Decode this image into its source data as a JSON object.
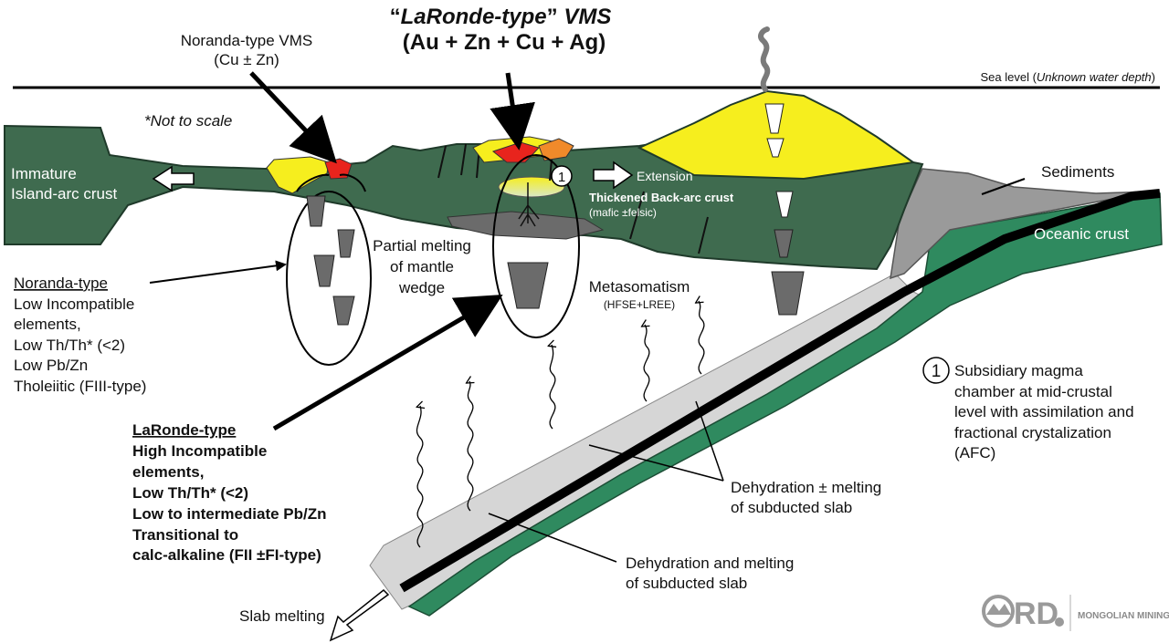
{
  "title": {
    "line1_quote_open": "“",
    "line1_italic": "LaRonde-type",
    "line1_quote_close": "”",
    "line1_rest": " VMS",
    "line2": "(Au + Zn + Cu + Ag)"
  },
  "noranda_vms": {
    "line1": "Noranda-type VMS",
    "line2": "(Cu ± Zn)"
  },
  "sea_level": {
    "text": "Sea level (",
    "italic": "Unknown water depth",
    "close": ")"
  },
  "not_to_scale": "*Not to scale",
  "immature_crust": {
    "line1": "Immature",
    "line2": "Island-arc crust"
  },
  "extension": "Extension",
  "backarc": {
    "line1": "Thickened Back-arc crust",
    "line2": "(mafic ±felsic)"
  },
  "sediments": "Sediments",
  "oceanic_crust": "Oceanic crust",
  "partial_melting": {
    "line1": "Partial melting",
    "line2": "of mantle",
    "line3": "wedge"
  },
  "metasomatism": {
    "line1": "Metasomatism",
    "line2": "(HFSE+LREE)"
  },
  "noranda_type": {
    "heading": "Noranda-type",
    "lines": [
      "Low Incompatible",
      "elements,",
      "Low Th/Th* (<2)",
      "Low  Pb/Zn",
      "Tholeiitic (FIII-type)"
    ]
  },
  "laronde_type": {
    "heading": "LaRonde-type",
    "lines": [
      "High Incompatible",
      "elements,",
      "Low Th/Th* (<2)",
      "Low to intermediate Pb/Zn",
      "Transitional to",
      "calc-alkaline (FII ±FI-type)"
    ]
  },
  "subsidiary": {
    "marker": "1",
    "lines": [
      "Subsidiary magma",
      "chamber at mid-crustal",
      "level with assimilation and",
      "fractional crystalization",
      "(AFC)"
    ]
  },
  "dehydration_melting_1": {
    "line1": "Dehydration ± melting",
    "line2": "of subducted slab"
  },
  "dehydration_melting_2": {
    "line1": "Dehydration and melting",
    "line2": "of subducted slab"
  },
  "slab_melting": "Slab melting",
  "logo": {
    "mark": "RD",
    "company": "MONGOLIAN MINING"
  },
  "colors": {
    "crust_green": "#3f6b4f",
    "oceanic_green": "#2f8a5f",
    "sediment_gray": "#9a9a9a",
    "slab_light": "#d6d6d6",
    "volcano_yellow": "#f6ee1e",
    "deposit_red": "#e8241d",
    "deposit_orange": "#f08a2a",
    "magma_gray": "#6b6b6b"
  }
}
